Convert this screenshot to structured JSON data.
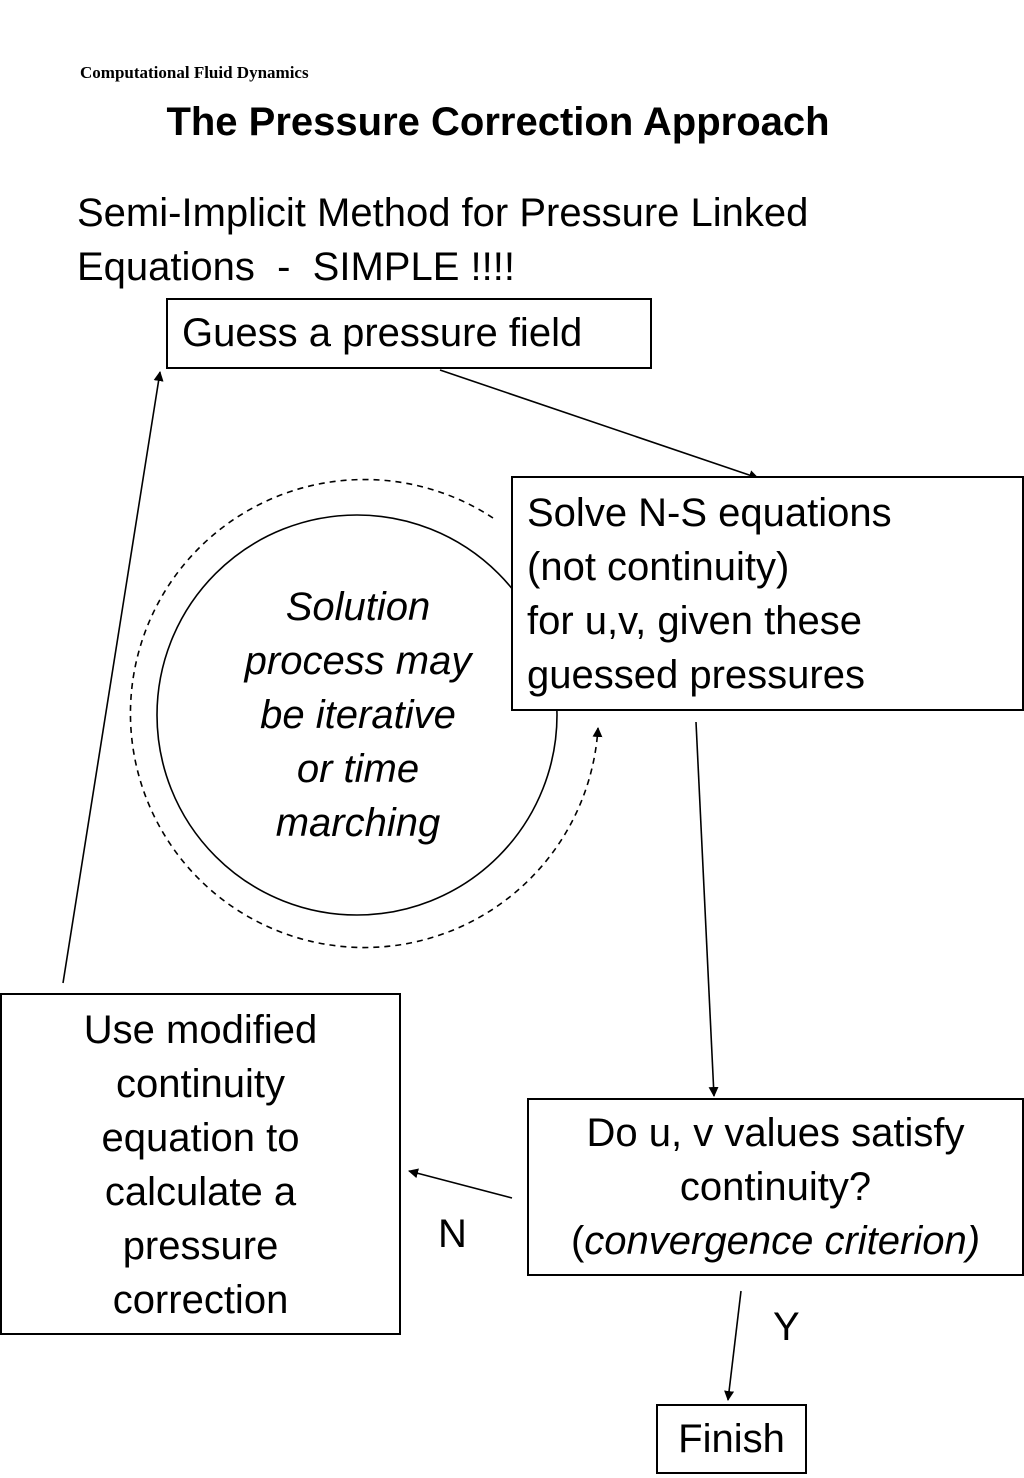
{
  "header": {
    "course": "Computational Fluid Dynamics"
  },
  "title": "The Pressure Correction Approach",
  "intro": "Semi-Implicit Method for Pressure Linked\nEquations  -  SIMPLE !!!!",
  "boxes": {
    "guess": {
      "text": "Guess a pressure field"
    },
    "solve": {
      "line1": "Solve N-S equations",
      "line2": "(not continuity)",
      "line3": "for u,v, given these",
      "line4": "guessed pressures"
    },
    "check": {
      "line1": "Do u, v values satisfy",
      "line2": "continuity?",
      "line3_open": "(",
      "line3_italic": "convergence criterion)"
    },
    "use": {
      "line1": "Use modified",
      "line2": "continuity",
      "line3": "equation to",
      "line4": "calculate a",
      "line5": "pressure",
      "line6": "correction"
    },
    "finish": {
      "text": "Finish"
    }
  },
  "circle": {
    "line1": "Solution",
    "line2": "process may",
    "line3": "be iterative",
    "line4": "or time",
    "line5": "marching"
  },
  "labels": {
    "no": "N",
    "yes": "Y"
  }
}
